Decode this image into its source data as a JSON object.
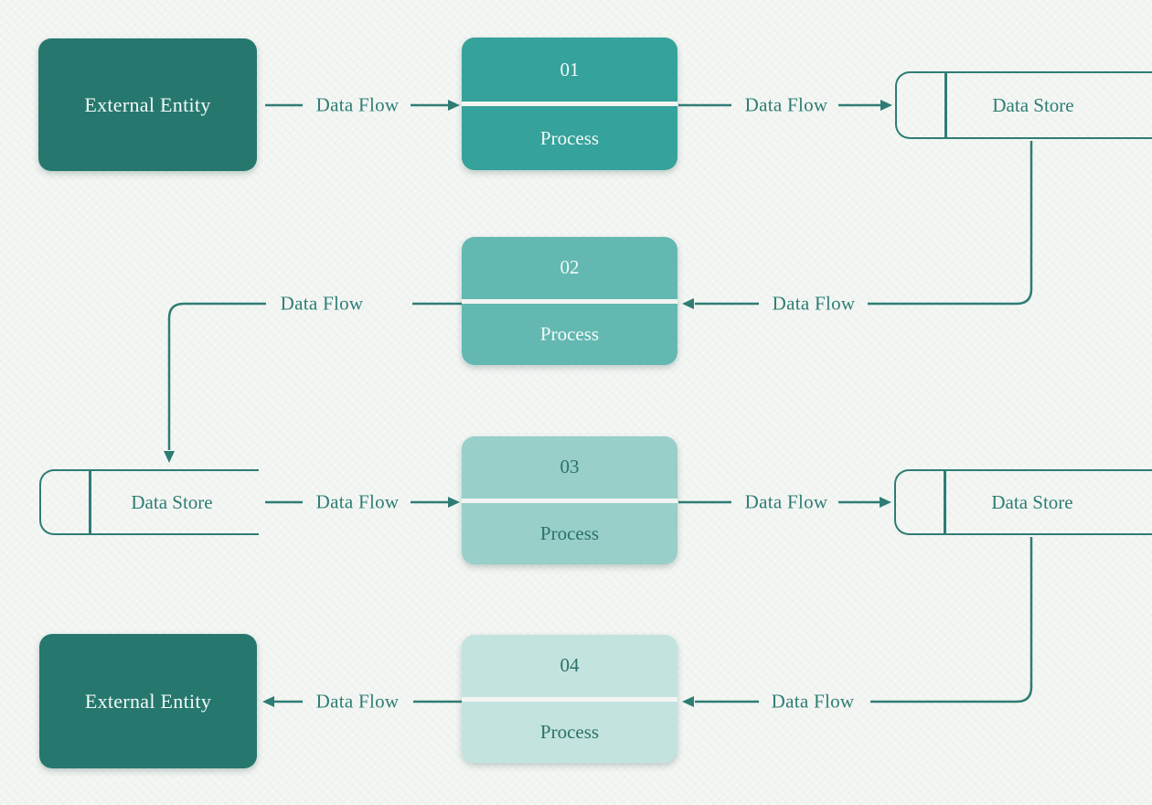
{
  "diagram": {
    "kind": "data-flow-diagram",
    "colors": {
      "background": "#f2f5f2",
      "stroke": "#2e7d74",
      "external_entity_fill": "#26786e",
      "process_01_fill": "#35a29b",
      "process_02_fill": "#63b8b2",
      "process_03_fill": "#98cfc9",
      "process_04_fill": "#c3e3df",
      "light_text": "#f4faf8",
      "dark_text": "#2b7168"
    },
    "nodes": {
      "external_entity_top": {
        "label": "External Entity"
      },
      "external_entity_bottom": {
        "label": "External Entity"
      },
      "process_01": {
        "number": "01",
        "label": "Process"
      },
      "process_02": {
        "number": "02",
        "label": "Process"
      },
      "process_03": {
        "number": "03",
        "label": "Process"
      },
      "process_04": {
        "number": "04",
        "label": "Process"
      },
      "data_store_top_right": {
        "label": "Data Store"
      },
      "data_store_middle_left": {
        "label": "Data Store"
      },
      "data_store_middle_right": {
        "label": "Data Store"
      }
    },
    "flows": {
      "ee_top_to_p01": {
        "label": "Data Flow"
      },
      "p01_to_ds_top": {
        "label": "Data Flow"
      },
      "ds_top_to_p02": {
        "label": "Data Flow"
      },
      "p02_to_ds_left": {
        "label": "Data Flow"
      },
      "ds_left_to_p03": {
        "label": "Data Flow"
      },
      "p03_to_ds_right": {
        "label": "Data Flow"
      },
      "ds_right_to_p04": {
        "label": "Data Flow"
      },
      "p04_to_ee_bottom": {
        "label": "Data Flow"
      }
    }
  }
}
